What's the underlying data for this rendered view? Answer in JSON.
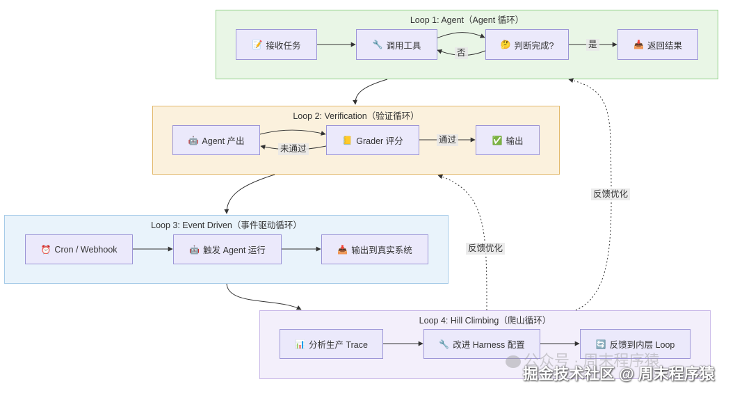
{
  "clusters": {
    "loop1": "Loop 1: Agent（Agent 循环）",
    "loop2": "Loop 2: Verification（验证循环）",
    "loop3": "Loop 3: Event Driven（事件驱动循环）",
    "loop4": "Loop 4: Hill Climbing（爬山循环）"
  },
  "nodes": {
    "receive_task": "接收任务",
    "call_tool": "调用工具",
    "judge_done": "判断完成?",
    "return_result": "返回结果",
    "agent_output": "Agent 产出",
    "grader_score": "Grader 评分",
    "output": "输出",
    "cron_webhook": "Cron / Webhook",
    "trigger_agent": "触发 Agent 运行",
    "output_real": "输出到真实系统",
    "analyze_trace": "分析生产 Trace",
    "improve_harness": "改进 Harness 配置",
    "feedback_inner": "反馈到内层 Loop"
  },
  "icons": {
    "receive_task": "memo-icon",
    "call_tool": "wrench-icon",
    "judge_done": "thinking-face-icon",
    "return_result": "inbox-tray-icon",
    "agent_output": "robot-icon",
    "grader_score": "ledger-icon",
    "output": "check-mark-icon",
    "cron_webhook": "alarm-clock-icon",
    "trigger_agent": "robot-icon",
    "output_real": "inbox-tray-icon",
    "analyze_trace": "bar-chart-icon",
    "improve_harness": "wrench-icon",
    "feedback_inner": "arrows-cycle-icon"
  },
  "edge_labels": {
    "yes": "是",
    "no": "否",
    "pass": "通过",
    "fail": "未通过",
    "feedback_1": "反馈优化",
    "feedback_2": "反馈优化"
  },
  "watermark": {
    "line1": "公众号 · 周末程序猿",
    "line2": "掘金技术社区 @ 周末程序猿"
  },
  "colors": {
    "node_fill": "#ebe9fb",
    "node_border": "#9b94d6",
    "loop1_fill": "#e9f6e6",
    "loop2_fill": "#fbf1dd",
    "loop3_fill": "#e9f3fb",
    "loop4_fill": "#f3effb"
  }
}
